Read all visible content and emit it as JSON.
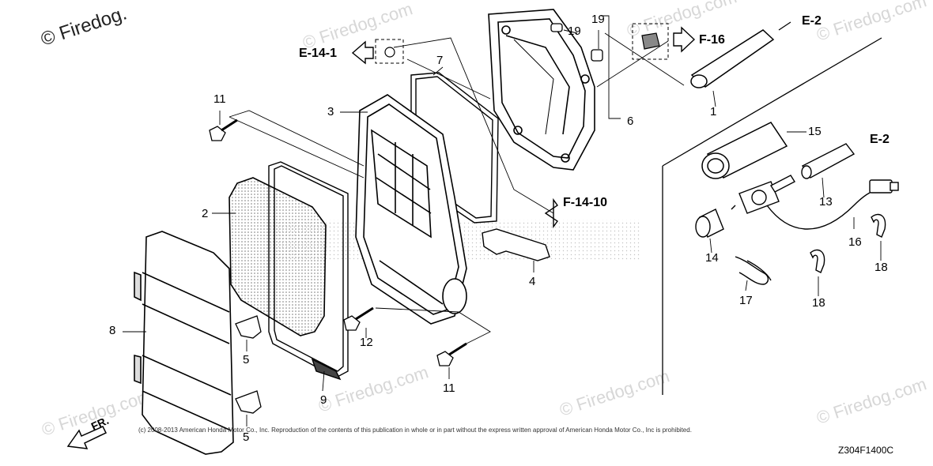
{
  "watermark": {
    "main": "© Firedog.",
    "repeat": "© Firedog.com"
  },
  "refs": {
    "e14_1": "E-14-1",
    "f16": "F-16",
    "e2_top": "E-2",
    "e2_right": "E-2",
    "f14_10": "F-14-10",
    "fr": "FR."
  },
  "callouts": {
    "c1": "1",
    "c2": "2",
    "c3": "3",
    "c4": "4",
    "c5a": "5",
    "c5b": "5",
    "c6": "6",
    "c7": "7",
    "c8": "8",
    "c9": "9",
    "c11a": "11",
    "c11b": "11",
    "c12": "12",
    "c13": "13",
    "c14": "14",
    "c15": "15",
    "c16": "16",
    "c17": "17",
    "c18a": "18",
    "c18b": "18",
    "c19a": "19",
    "c19b": "19"
  },
  "copyright": "(c) 2008-2013 American Honda Motor Co., Inc. Reproduction of the contents of this publication in whole or in part without the express written approval of American Honda Motor Co., Inc is prohibited.",
  "diagram_code": "Z304F1400C"
}
